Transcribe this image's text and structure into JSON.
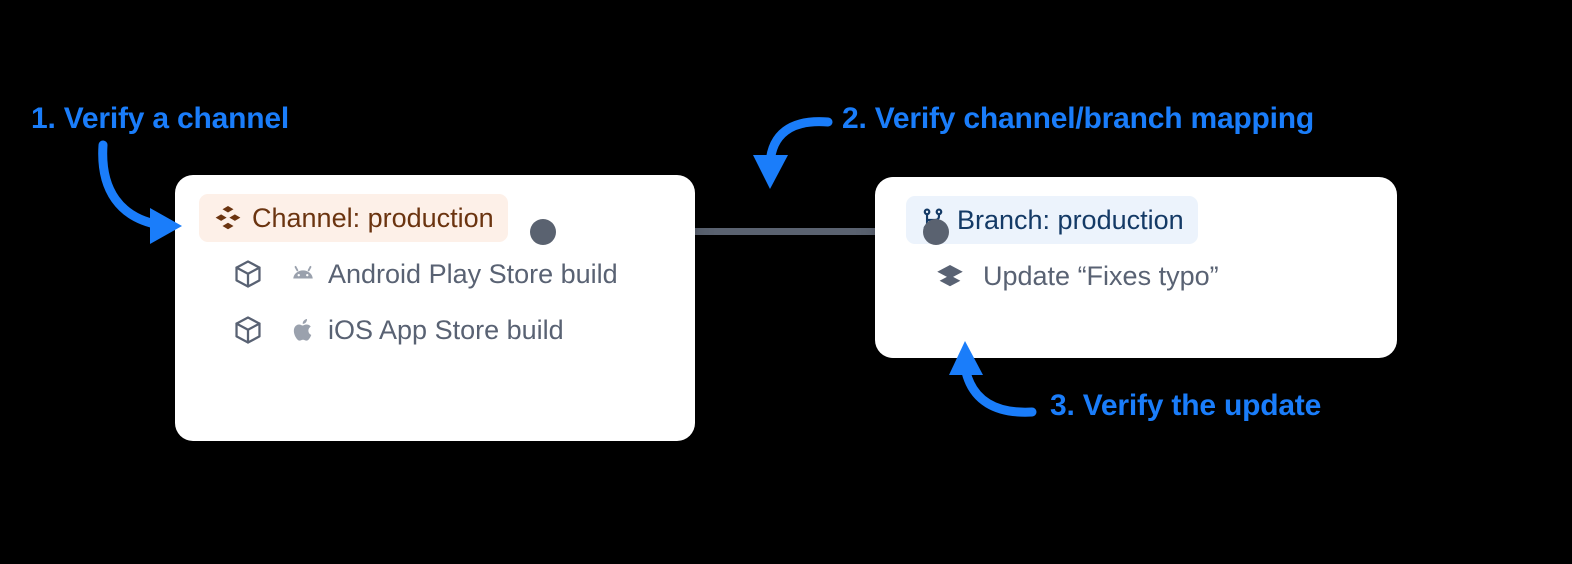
{
  "theme": {
    "background": "#000000",
    "accent_blue": "#1a7dfa",
    "card_background": "#ffffff",
    "connector_gray": "#5a6270",
    "channel_pill_background": "#fdf0e8",
    "channel_text": "#6b3410",
    "branch_pill_background": "#ecf3fc",
    "branch_text": "#143a66",
    "muted_text": "#596273"
  },
  "annotations": [
    {
      "id": 1,
      "label": "1. Verify a channel"
    },
    {
      "id": 2,
      "label": "2. Verify channel/branch mapping"
    },
    {
      "id": 3,
      "label": "3. Verify the update"
    }
  ],
  "cards": {
    "channel": {
      "header": {
        "label": "Channel: production",
        "icon": "channel-stack-icon",
        "has_connector_dot": true
      },
      "rows": [
        {
          "label": "Android Play Store build",
          "icons": [
            "cube-icon",
            "android-icon"
          ]
        },
        {
          "label": "iOS App Store build",
          "icons": [
            "cube-icon",
            "apple-icon"
          ]
        }
      ]
    },
    "branch": {
      "header": {
        "label": "Branch: production",
        "icon": "git-branch-icon",
        "has_connector_dot": true
      },
      "rows": [
        {
          "label": "Update “Fixes typo”",
          "icons": [
            "layers-icon"
          ]
        }
      ]
    }
  },
  "connector": {
    "name": "channel-to-branch-connector",
    "from": "channel-production",
    "to": "branch-production"
  }
}
